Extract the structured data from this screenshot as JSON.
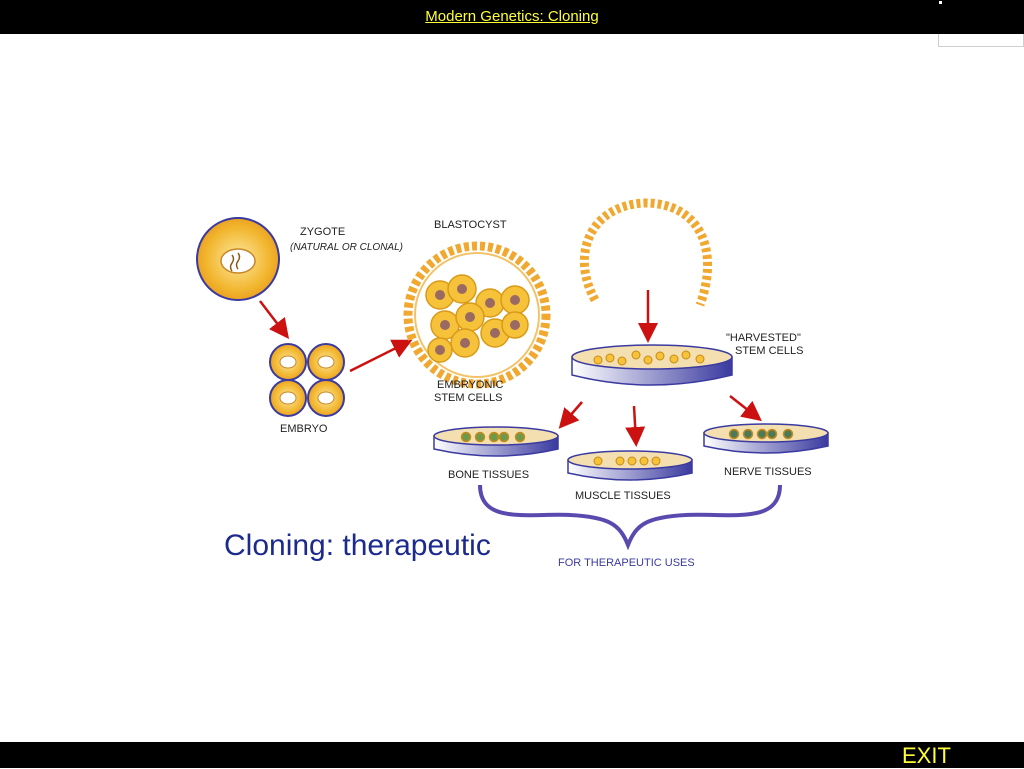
{
  "header": {
    "title": "Modern Genetics: Cloning"
  },
  "slide": {
    "caption": "Cloning: therapeutic",
    "diagram": {
      "zygote": "ZYGOTE",
      "zygote_note": "(NATURAL OR CLONAL)",
      "blastocyst": "BLASTOCYST",
      "embryonic_line1": "EMBRYONIC",
      "embryonic_line2": "STEM CELLS",
      "embryo": "EMBRYO",
      "harvested_line1": "\"HARVESTED\"",
      "harvested_line2": "STEM CELLS",
      "bone": "BONE TISSUES",
      "muscle": "MUSCLE TISSUES",
      "nerve": "NERVE TISSUES",
      "therapeutic": "FOR THERAPEUTIC USES"
    }
  },
  "footer": {
    "exit_label": "EXIT"
  },
  "colors": {
    "accent": "#ffff33",
    "caption": "#1b2a8c",
    "arrow": "#cc1111",
    "dish": "#3a3aa0",
    "cell": "#f2b62f"
  }
}
